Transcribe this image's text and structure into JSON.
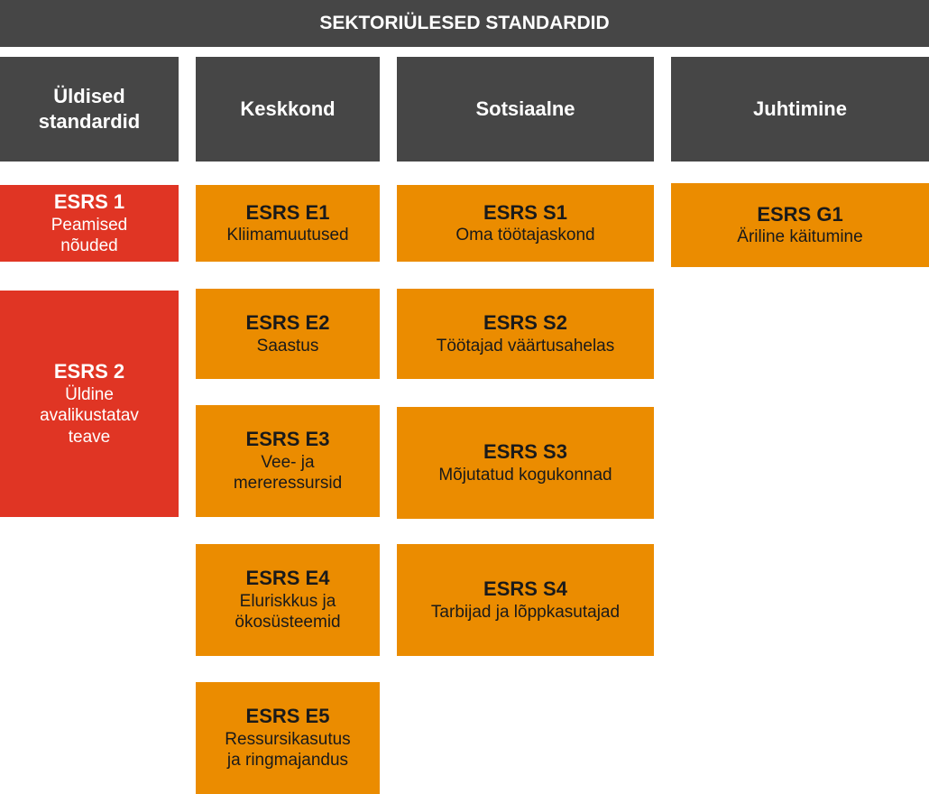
{
  "banner": {
    "title": "SEKTORIÜLESED STANDARDID"
  },
  "columns": {
    "general": {
      "title": "Üldised\nstandardid",
      "standards": [
        {
          "code": "ESRS 1",
          "name": "Peamised\nnõuded"
        },
        {
          "code": "ESRS 2",
          "name": "Üldine\navalikustatav\nteave"
        }
      ]
    },
    "environment": {
      "title": "Keskkond",
      "standards": [
        {
          "code": "ESRS E1",
          "name": "Kliimamuutused"
        },
        {
          "code": "ESRS E2",
          "name": "Saastus"
        },
        {
          "code": "ESRS E3",
          "name": "Vee- ja\nmereressursid"
        },
        {
          "code": "ESRS E4",
          "name": "Eluriskkus ja\nökosüsteemid"
        },
        {
          "code": "ESRS E5",
          "name": "Ressursikasutus\nja ringmajandus"
        }
      ]
    },
    "social": {
      "title": "Sotsiaalne",
      "standards": [
        {
          "code": "ESRS S1",
          "name": "Oma töötajaskond"
        },
        {
          "code": "ESRS S2",
          "name": "Töötajad väärtusahelas"
        },
        {
          "code": "ESRS S3",
          "name": "Mõjutatud kogukonnad"
        },
        {
          "code": "ESRS S4",
          "name": "Tarbijad ja lõppkasutajad"
        }
      ]
    },
    "governance": {
      "title": "Juhtimine",
      "standards": [
        {
          "code": "ESRS G1",
          "name": "Äriline käitumine"
        }
      ]
    }
  },
  "colors": {
    "header_gray": "#464646",
    "general_red": "#e03524",
    "topic_orange": "#eb8c00"
  }
}
